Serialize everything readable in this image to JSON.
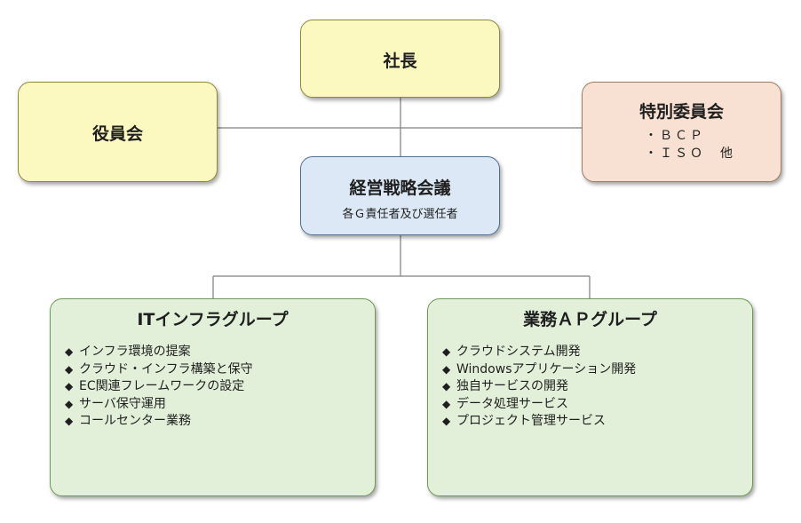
{
  "president": {
    "title": "社長"
  },
  "board": {
    "title": "役員会"
  },
  "special_committee": {
    "title": "特別委員会",
    "items": [
      "・ＢＣＰ",
      "・ＩＳＯ　他"
    ]
  },
  "strategy_meeting": {
    "title": "経営戦略会議",
    "subtitle": "各Ｇ責任者及び選任者"
  },
  "it_group": {
    "title": "ITインフラグループ",
    "items": [
      "インフラ環境の提案",
      "クラウド・インフラ構築と保守",
      "EC関連フレームワークの設定",
      "サーバ保守運用",
      "コールセンター業務"
    ]
  },
  "ap_group": {
    "title": "業務ＡＰグループ",
    "items": [
      "クラウドシステム開発",
      "Windowsアプリケーション開発",
      "独自サービスの開発",
      "データ処理サービス",
      "プロジェクト管理サービス"
    ]
  },
  "bullet_symbol": "◆",
  "colors": {
    "top_fill": "#fbf8c0",
    "strategy_fill": "#dce8f5",
    "committee_fill": "#f8e1d2",
    "group_fill": "#e2efd9",
    "connector": "#7f7f7f"
  }
}
